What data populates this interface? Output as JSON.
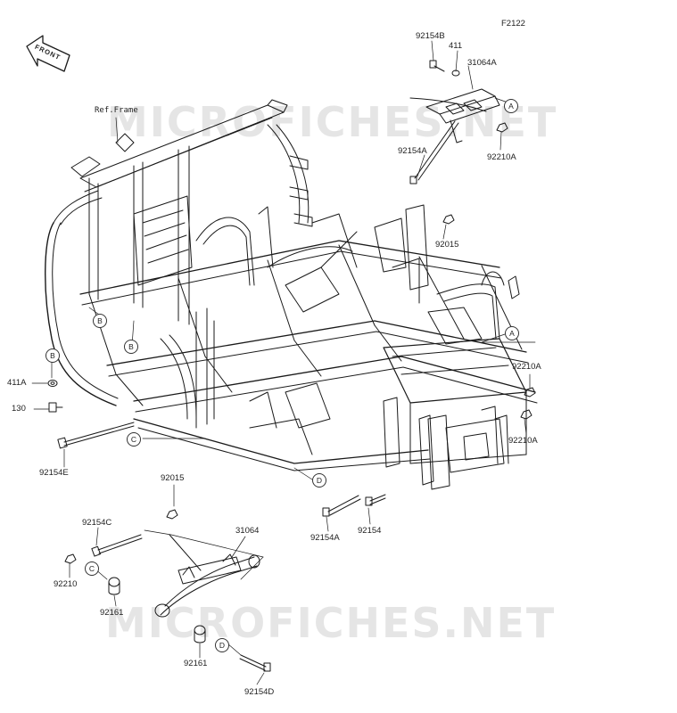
{
  "diagram_code": "F2122",
  "ref_label": "Ref.Frame",
  "front_label": "FRONT",
  "watermark": "MICROFICHES.NET",
  "parts": {
    "p92154B": "92154B",
    "p411": "411",
    "p31064A": "31064A",
    "p92154A_top": "92154A",
    "p92210A_top": "92210A",
    "p92015_top": "92015",
    "p92210A_r1": "92210A",
    "p92210A_r2": "92210A",
    "p411A": "411A",
    "p130": "130",
    "p92154E": "92154E",
    "p92154A_bot": "92154A",
    "p92154": "92154",
    "p92015_bot": "92015",
    "p92154C": "92154C",
    "p31064": "31064",
    "p92210": "92210",
    "p92161_a": "92161",
    "p92161_b": "92161",
    "p92154D": "92154D"
  },
  "callouts": {
    "A_top": "A",
    "A_right": "A",
    "B_left1": "B",
    "B_left2": "B",
    "B_side": "B",
    "C_mid": "C",
    "C_bot": "C",
    "D_mid": "D",
    "D_bot": "D"
  },
  "colors": {
    "line": "#1a1a1a",
    "text": "#222222"
  }
}
